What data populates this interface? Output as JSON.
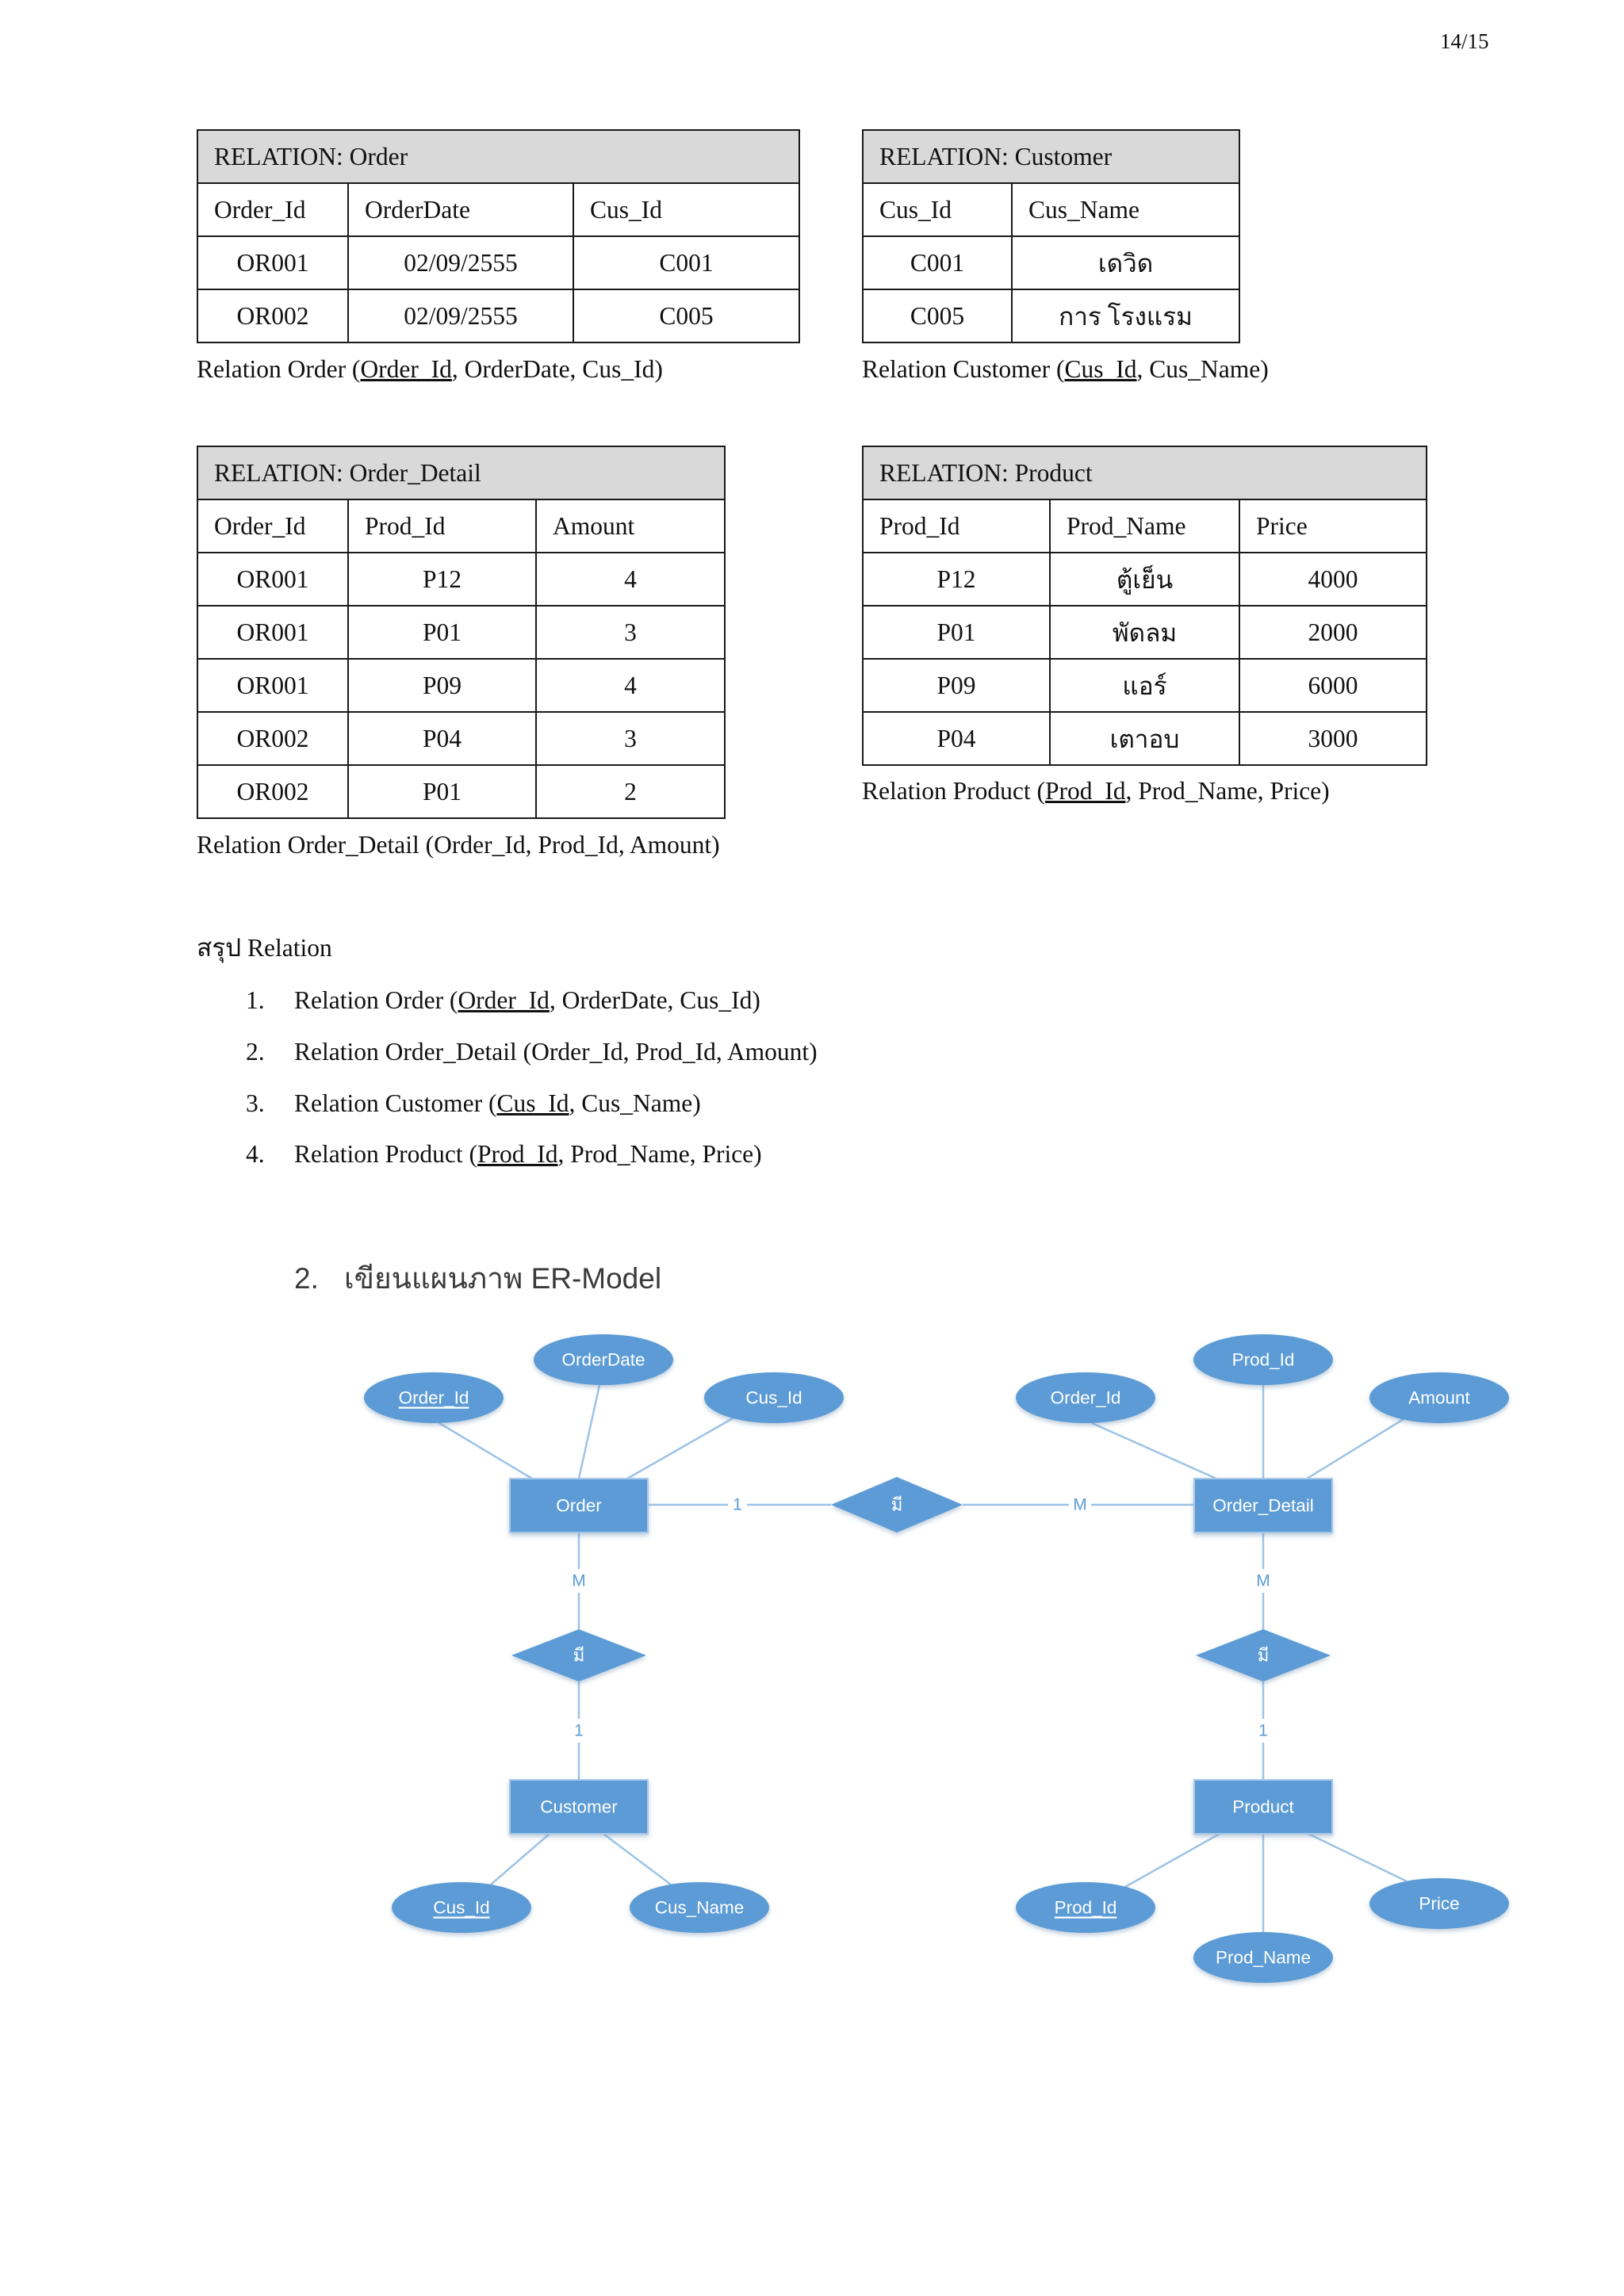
{
  "page_number": "14/15",
  "colors": {
    "table_header_bg": "#D9D9D9",
    "er_shape_fill": "#5B9BD5",
    "er_line": "#9DC3E6",
    "er_label": "#5B9BD5"
  },
  "tables": {
    "order": {
      "title": "RELATION: Order",
      "columns": [
        "Order_Id",
        "OrderDate",
        "Cus_Id"
      ],
      "rows": [
        [
          "OR001",
          "02/09/2555",
          "C001"
        ],
        [
          "OR002",
          "02/09/2555",
          "C005"
        ]
      ],
      "caption": {
        "prefix": "Relation Order (",
        "key": "Order_Id",
        "suffix": ", OrderDate, Cus_Id)"
      }
    },
    "customer": {
      "title": "RELATION: Customer",
      "columns": [
        "Cus_Id",
        "Cus_Name"
      ],
      "rows": [
        [
          "C001",
          "เดวิด"
        ],
        [
          "C005",
          "การ โรงแรม"
        ]
      ],
      "caption": {
        "prefix": "Relation Customer (",
        "key": "Cus_Id",
        "suffix": ", Cus_Name)"
      }
    },
    "order_detail": {
      "title": "RELATION: Order_Detail",
      "columns": [
        "Order_Id",
        "Prod_Id",
        "Amount"
      ],
      "rows": [
        [
          "OR001",
          "P12",
          "4"
        ],
        [
          "OR001",
          "P01",
          "3"
        ],
        [
          "OR001",
          "P09",
          "4"
        ],
        [
          "OR002",
          "P04",
          "3"
        ],
        [
          "OR002",
          "P01",
          "2"
        ]
      ],
      "caption": {
        "text": "Relation Order_Detail (Order_Id, Prod_Id, Amount)"
      }
    },
    "product": {
      "title": "RELATION: Product",
      "columns": [
        "Prod_Id",
        "Prod_Name",
        "Price"
      ],
      "rows": [
        [
          "P12",
          "ตู้เย็น",
          "4000"
        ],
        [
          "P01",
          "พัดลม",
          "2000"
        ],
        [
          "P09",
          "แอร์",
          "6000"
        ],
        [
          "P04",
          "เตาอบ",
          "3000"
        ]
      ],
      "caption": {
        "prefix": "Relation Product (",
        "key": "Prod_Id",
        "suffix": ", Prod_Name, Price)"
      }
    }
  },
  "summary": {
    "title": "สรุป Relation",
    "items": [
      {
        "number": "1.",
        "prefix": "Relation Order (",
        "key": "Order_Id",
        "suffix": ", OrderDate, Cus_Id)"
      },
      {
        "number": "2.",
        "text": "Relation Order_Detail (Order_Id, Prod_Id, Amount)"
      },
      {
        "number": "3.",
        "prefix": "Relation Customer (",
        "key": "Cus_Id",
        "suffix": ", Cus_Name)"
      },
      {
        "number": "4.",
        "prefix": "Relation Product (",
        "key": "Prod_Id",
        "suffix": ", Prod_Name, Price)"
      }
    ]
  },
  "er_heading": {
    "number": "2.",
    "text": "เขียนแผนภาพ ER-Model"
  },
  "er_diagram": {
    "entities": {
      "order": "Order",
      "order_detail": "Order_Detail",
      "customer": "Customer",
      "product": "Product"
    },
    "attributes": {
      "order": [
        {
          "name": "Order_Id",
          "key": true
        },
        {
          "name": "OrderDate",
          "key": false
        },
        {
          "name": "Cus_Id",
          "key": false
        }
      ],
      "order_detail": [
        {
          "name": "Order_Id",
          "key": false
        },
        {
          "name": "Prod_Id",
          "key": false
        },
        {
          "name": "Amount",
          "key": false
        }
      ],
      "customer": [
        {
          "name": "Cus_Id",
          "key": true
        },
        {
          "name": "Cus_Name",
          "key": false
        }
      ],
      "product": [
        {
          "name": "Prod_Id",
          "key": true
        },
        {
          "name": "Prod_Name",
          "key": false
        },
        {
          "name": "Price",
          "key": false
        }
      ]
    },
    "relationships": {
      "order_to_order_detail": {
        "label": "มี",
        "order_side": "1",
        "order_detail_side": "M"
      },
      "order_to_customer": {
        "label": "มี",
        "order_side": "M",
        "customer_side": "1"
      },
      "order_detail_to_product": {
        "label": "มี",
        "order_detail_side": "M",
        "product_side": "1"
      }
    }
  }
}
